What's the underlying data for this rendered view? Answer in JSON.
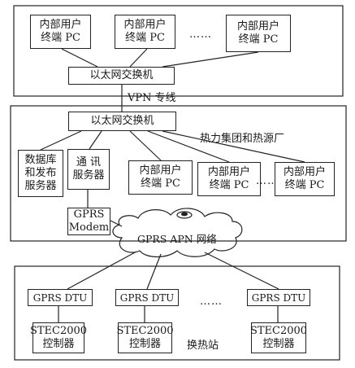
{
  "top": {
    "pcs": [
      "内部用户\n终端 PC",
      "内部用户\n终端 PC",
      "内部用户\n终端 PC"
    ],
    "dots": "……",
    "switch": "以太网交换机"
  },
  "vpn_label": "VPN 专线",
  "middle": {
    "switch": "以太网交换机",
    "group_label": "热力集团和热源厂",
    "db_server": "数据库\n和发布\n服务器",
    "comm_server": "通  讯\n服务器",
    "pcs": [
      "内部用户\n终端 PC",
      "内部用户\n终端 PC",
      "内部用户\n终端 PC"
    ],
    "dots": "……",
    "modem": "GPRS\nModem"
  },
  "cloud_label": "GPRS APN 网络",
  "bottom": {
    "dtus": [
      "GPRS DTU",
      "GPRS DTU",
      "GPRS DTU"
    ],
    "controllers": [
      "STEC2000\n控制器",
      "STEC2000\n控制器",
      "STEC2000\n控制器"
    ],
    "dots": "……",
    "station_label": "换热站"
  }
}
